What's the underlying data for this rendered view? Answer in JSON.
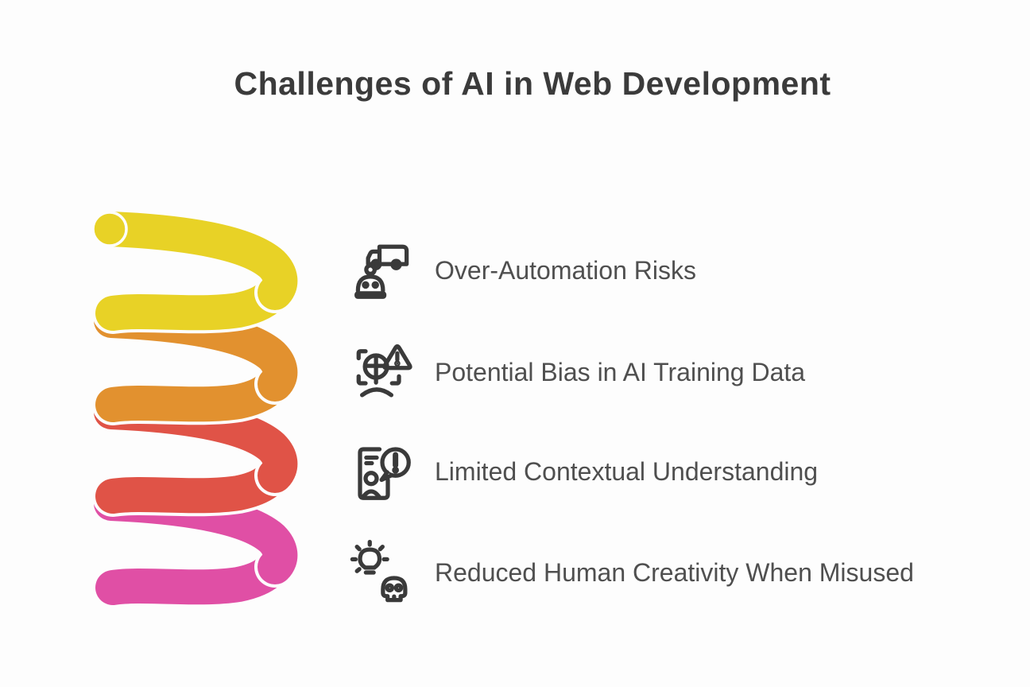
{
  "title": {
    "text": "Challenges of AI in Web Development",
    "color": "#3b3b3b"
  },
  "canvas": {
    "background": "#fdfdfd",
    "text_color": "#4f4f4f",
    "icon_color": "#3a3a3a"
  },
  "spiral": {
    "description": "decorative 3D spiral coil, four loops top to bottom",
    "loop_colors": [
      "#e8d226",
      "#e2912f",
      "#e05347",
      "#e04fa5"
    ],
    "loop_names": [
      "yellow",
      "orange",
      "red",
      "pink"
    ]
  },
  "items": [
    {
      "label": "Over-Automation Risks",
      "icon": "robot-delivery-truck-icon"
    },
    {
      "label": "Potential Bias in AI Training Data",
      "icon": "face-scan-warning-icon"
    },
    {
      "label": "Limited Contextual Understanding",
      "icon": "profile-alert-bubble-icon"
    },
    {
      "label": "Reduced Human Creativity When Misused",
      "icon": "lightbulb-skull-icon"
    }
  ]
}
